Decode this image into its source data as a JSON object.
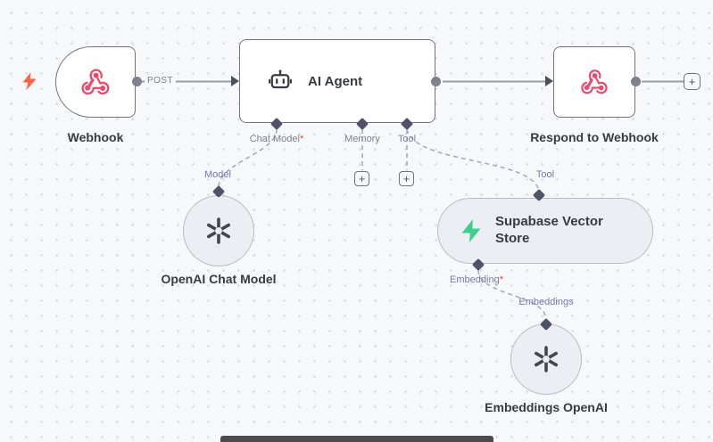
{
  "canvas": {
    "colors": {
      "background": "#f7f8fa",
      "grid_dot": "#d8dae0",
      "node_border": "#72757e",
      "subnode_background": "#edeef3",
      "subnode_border": "#b9bcc6",
      "webhook_accent": "#ea4b71",
      "supabase_accent": "#3ecf8e",
      "trigger_bolt": "#ff6047",
      "connection": "#9b9da5",
      "ai_connection": "#a6a9c6",
      "port_diamond": "#4e5367",
      "port_label": "#7b8096",
      "ai_port_label": "#7679ab",
      "required_marker": "#e23e3e"
    }
  },
  "icons": {
    "plus": "+"
  },
  "workflow": {
    "webhook": {
      "label": "Webhook",
      "method": "POST"
    },
    "ai_agent": {
      "title": "AI Agent",
      "ports": [
        {
          "label": "Chat Model",
          "marker": "*"
        },
        {
          "label": "Memory",
          "marker": ""
        },
        {
          "label": "Tool",
          "marker": ""
        }
      ]
    },
    "respond_to_webhook": {
      "label": "Respond to Webhook"
    },
    "openai_chat_model": {
      "label": "OpenAI Chat Model",
      "connection_label": "Model"
    },
    "supabase_vector_store": {
      "label": "Supabase Vector Store",
      "tool_connection_label": "Tool",
      "embedding_port_label": "Embedding",
      "embedding_marker": "*"
    },
    "embeddings_openai": {
      "label": "Embeddings OpenAI",
      "connection_label": "Embeddings"
    }
  }
}
